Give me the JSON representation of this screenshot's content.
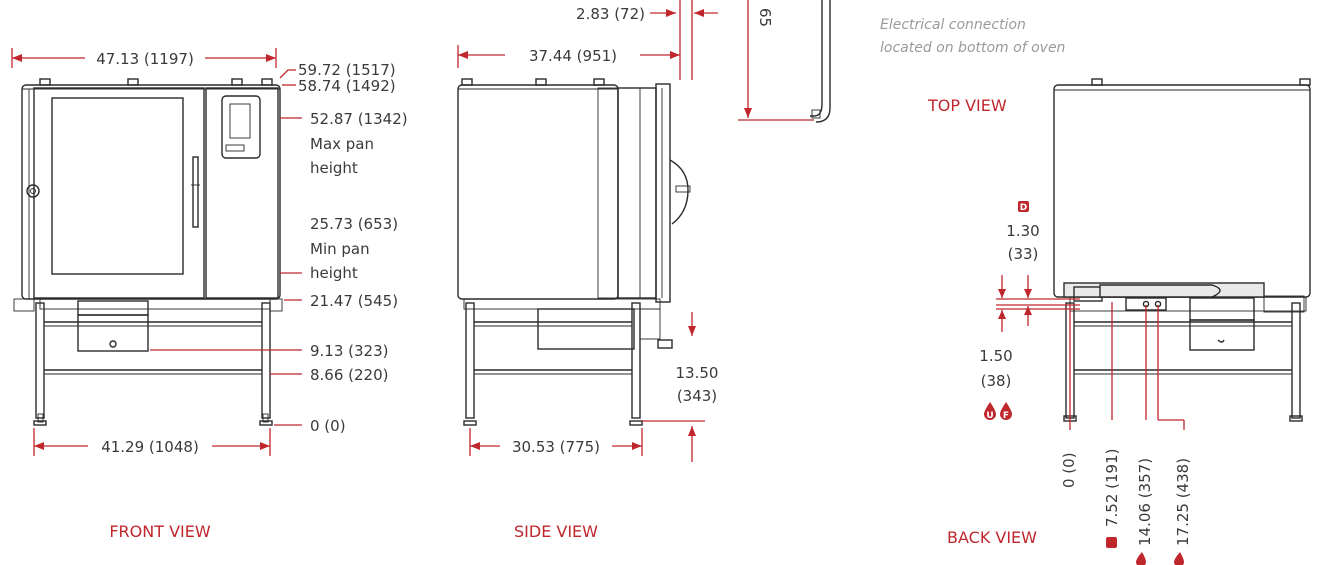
{
  "front_view": {
    "label": "FRONT VIEW",
    "width_dim": "47.13 (1197)",
    "height_total": "59.72 (1517)",
    "height_top": "58.74 (1492)",
    "max_pan_value": "52.87 (1342)",
    "max_pan_line1": "Max pan",
    "max_pan_line2": "height",
    "min_pan_value": "25.73 (653)",
    "min_pan_line1": "Min pan",
    "min_pan_line2": "height",
    "h_545": "21.47 (545)",
    "h_323": "9.13 (323)",
    "h_220": "8.66 (220)",
    "h_0": "0 (0)",
    "leg_width": "41.29 (1048)"
  },
  "side_view": {
    "label": "SIDE VIEW",
    "depth_dim": "37.44 (951)",
    "handle_dim": "2.83 (72)",
    "leg_depth": "30.53 (775)",
    "conn_height_1": "13.50",
    "conn_height_2": "(343)",
    "door_dim": "65"
  },
  "top_view": {
    "label": "TOP VIEW",
    "note_line1": "Electrical connection",
    "note_line2": "located on bottom of oven"
  },
  "back_view": {
    "label": "BACK VIEW",
    "d_badge": "D",
    "dim_130_a": "1.30",
    "dim_130_b": "(33)",
    "dim_150_a": "1.50",
    "dim_150_b": "(38)",
    "u_badge": "U",
    "f_badge": "F",
    "v_0": "0 (0)",
    "v_191": "7.52 (191)",
    "v_357": "14.06 (357)",
    "v_438": "17.25 (438)"
  },
  "colors": {
    "accent_red": "#c0272d",
    "line": "#2a2a2a",
    "note_gray": "#9a9a9a"
  }
}
